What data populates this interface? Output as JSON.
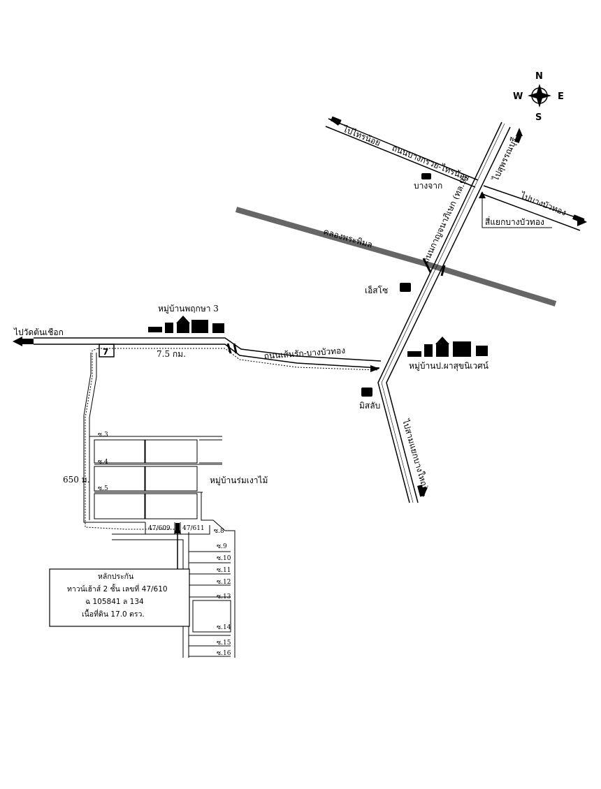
{
  "compass": {
    "n": "N",
    "s": "S",
    "e": "E",
    "w": "W"
  },
  "roads": {
    "to_sai_noi": "ไปไทรน้อย",
    "bang_kruai_sai_noi_road": "ถนนบางกรวย-ไทรน้อย",
    "to_suphanburi": "ไปสุพรรณบุรี",
    "to_bang_bua_thong": "ไปบางบัวทอง",
    "kanchanaphisek_road": "ถนนกาญจนาภิเษก (ทล.9)",
    "saeng_bang_bua_thong_road": "ถนนเส้นรัก-บางบัวทอง",
    "to_wat_ton_chueak": "ไปวัดต้นเชือก",
    "to_bang_yai_intersection": "ไปสามแยกบางใหญ่"
  },
  "places": {
    "bang_chak": "บางจาก",
    "bang_bua_thong_intersection": "สี่แยกบางบัวทอง",
    "khlong_phra_phimon": "คลองพระพิมล",
    "esso": "เอ็สโซ",
    "village_pruksa3": "หมู่บ้านพฤกษา 3",
    "village_prapaphat": "หมู่บ้านป.ผาสุขนิเวศน์",
    "mitsubishi": "มิสลับ",
    "village_rom_ngao_mai": "หมู่บ้านร่มเงาไม้"
  },
  "distances": {
    "d1": "7.5 กม.",
    "d2": "650 ม."
  },
  "sois": [
    "ซ.3",
    "ซ.4",
    "ซ.5",
    "ซ.8",
    "ซ.9",
    "ซ.10",
    "ซ.11",
    "ซ.12",
    "ซ.13",
    "ซ.14",
    "ซ.15",
    "ซ.16"
  ],
  "plots": {
    "left": "47/609",
    "right": "47/611"
  },
  "collateral": {
    "title": "หลักประกัน",
    "line1": "ทาวน์เฮ้าส์ 2 ชั้น เลขที่ 47/610",
    "line2": "ฉ 105841 ล 134",
    "line3": "เนื้อที่ดิน 17.0 ตรว."
  }
}
